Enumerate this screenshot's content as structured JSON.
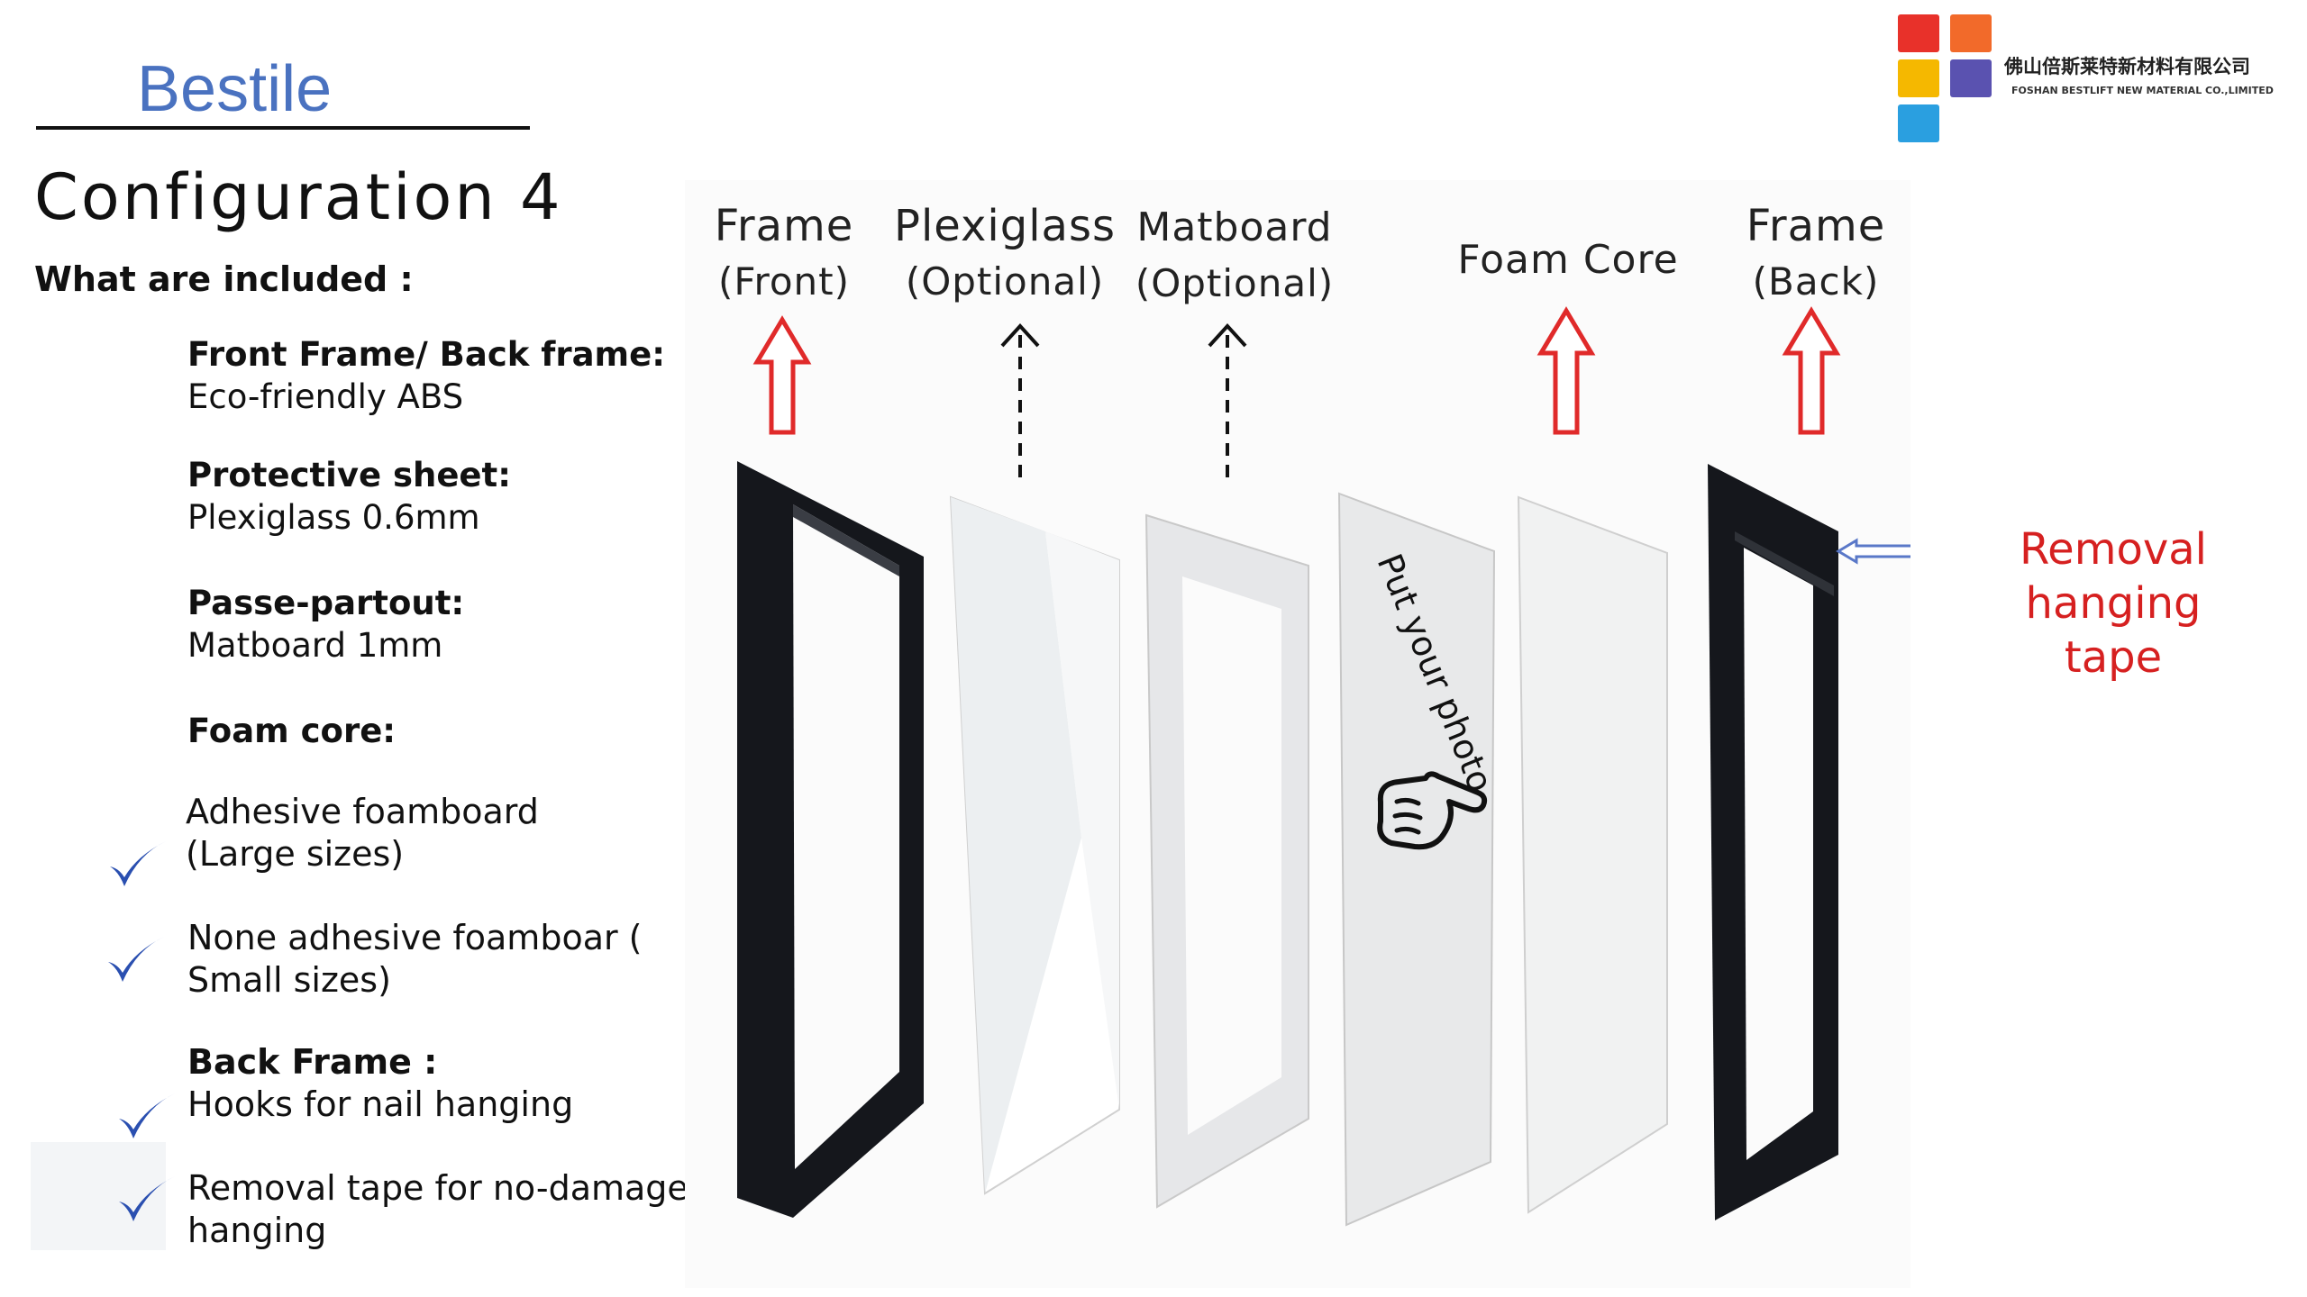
{
  "brand": "Bestile",
  "title": "Configuration 4",
  "included_label": "What are included :",
  "specs": [
    {
      "heading": "Front Frame/ Back frame:",
      "value": "Eco-friendly ABS"
    },
    {
      "heading": "Protective sheet:",
      "value": "Plexiglass 0.6mm"
    },
    {
      "heading": "Passe-partout:",
      "value": "Matboard  1mm"
    },
    {
      "heading": "Foam core:",
      "value": ""
    }
  ],
  "foam_options": [
    {
      "line1": "Adhesive foamboard",
      "line2": "(Large sizes)"
    },
    {
      "line1": "None adhesive foamboar  (",
      "line2": "Small sizes)"
    }
  ],
  "back_frame": {
    "heading": "Back Frame :",
    "items": [
      {
        "line1": "Hooks for nail hanging",
        "line2": ""
      },
      {
        "line1": "Removal tape for no-damage",
        "line2": "hanging"
      }
    ]
  },
  "diagram": {
    "columns": [
      {
        "line1": "Frame",
        "line2": "(Front)",
        "arrow": "solid-red-up-arrow"
      },
      {
        "line1": "Plexiglass",
        "line2": "(Optional)",
        "arrow": "dashed-black-up-arrow"
      },
      {
        "line1": "Matboard",
        "line2": "(Optional)",
        "arrow": "dashed-black-up-arrow"
      },
      {
        "line1": "Foam Core",
        "line2": "",
        "arrow": "solid-red-up-arrow"
      },
      {
        "line1": "Frame",
        "line2": "(Back)",
        "arrow": "solid-red-up-arrow"
      }
    ],
    "photo_text": "Put your photo",
    "hand_icon": "pointing-hand-icon",
    "tape_pointer_icon": "left-arrow-icon"
  },
  "removal_note": [
    "Removal",
    "hanging",
    "tape"
  ],
  "company": {
    "name_cn": "佛山倍斯莱特新材料有限公司",
    "name_en": "FOSHAN BESTLIFT NEW MATERIAL CO.,LIMITED",
    "logo_colors": [
      "#e8312a",
      "#f26a2a",
      "#f5b800",
      "#5a52b0",
      "#2a9fe0"
    ]
  },
  "colors": {
    "brand_blue": "#4a72c0",
    "note_red": "#d62020",
    "check_blue": "#2a4fb0",
    "frame_black": "#15171c"
  }
}
